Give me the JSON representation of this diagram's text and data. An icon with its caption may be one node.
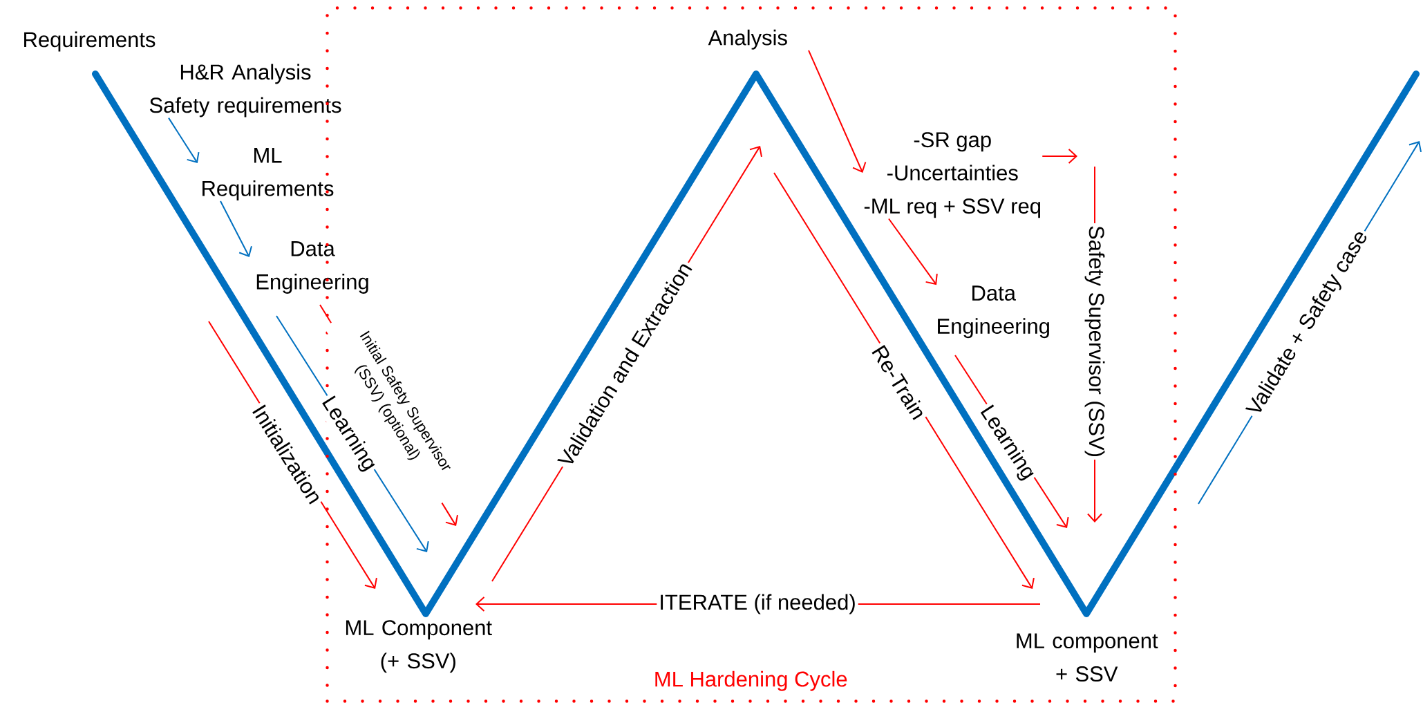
{
  "diagram": {
    "nodes": [
      {
        "text": [
          "Requirements"
        ]
      },
      {
        "text": [
          "H&R Analysis Safety requirements"
        ]
      },
      {
        "text": [
          "ML Requirements"
        ]
      },
      {
        "text": [
          "Data Engineering"
        ]
      },
      {
        "text": [
          "ML Hardening Cycle"
        ]
      },
      {
        "text": [
          "ML Component (+ SSV)"
        ],
        "in": 4
      },
      {
        "text": [
          "Analysis"
        ],
        "in": 4
      },
      {
        "text": [
          "-SR gap",
          "-Uncertainties",
          "-ML req + SSV req"
        ],
        "in": 4
      },
      {
        "text": [
          "Data Engineering"
        ],
        "in": 4
      },
      {
        "text": [
          "ML component + SSV"
        ],
        "in": 4
      }
    ],
    "edges": [
      {
        "from": 1,
        "to": 2,
        "arrow": "to",
        "color": "#0070c0"
      },
      {
        "from": 2,
        "to": 3,
        "arrow": "to",
        "color": "#0070c0"
      },
      {
        "from": 6,
        "to": 7,
        "arrow": "to"
      },
      {
        "from": 7,
        "to": 8,
        "arrow": "to"
      },
      {
        "from": 7,
        "to": null,
        "arrow": "to"
      }
    ],
    "labels": [
      "Initialization",
      "Learning",
      "Initial Safety Supervisor (SSV) (optional)",
      "Validation and Extraction",
      "Re-Train",
      "Learning",
      "Safety Supervisor (SSV)",
      "ITERATE (if needed)",
      "Validate + Safety case"
    ]
  }
}
